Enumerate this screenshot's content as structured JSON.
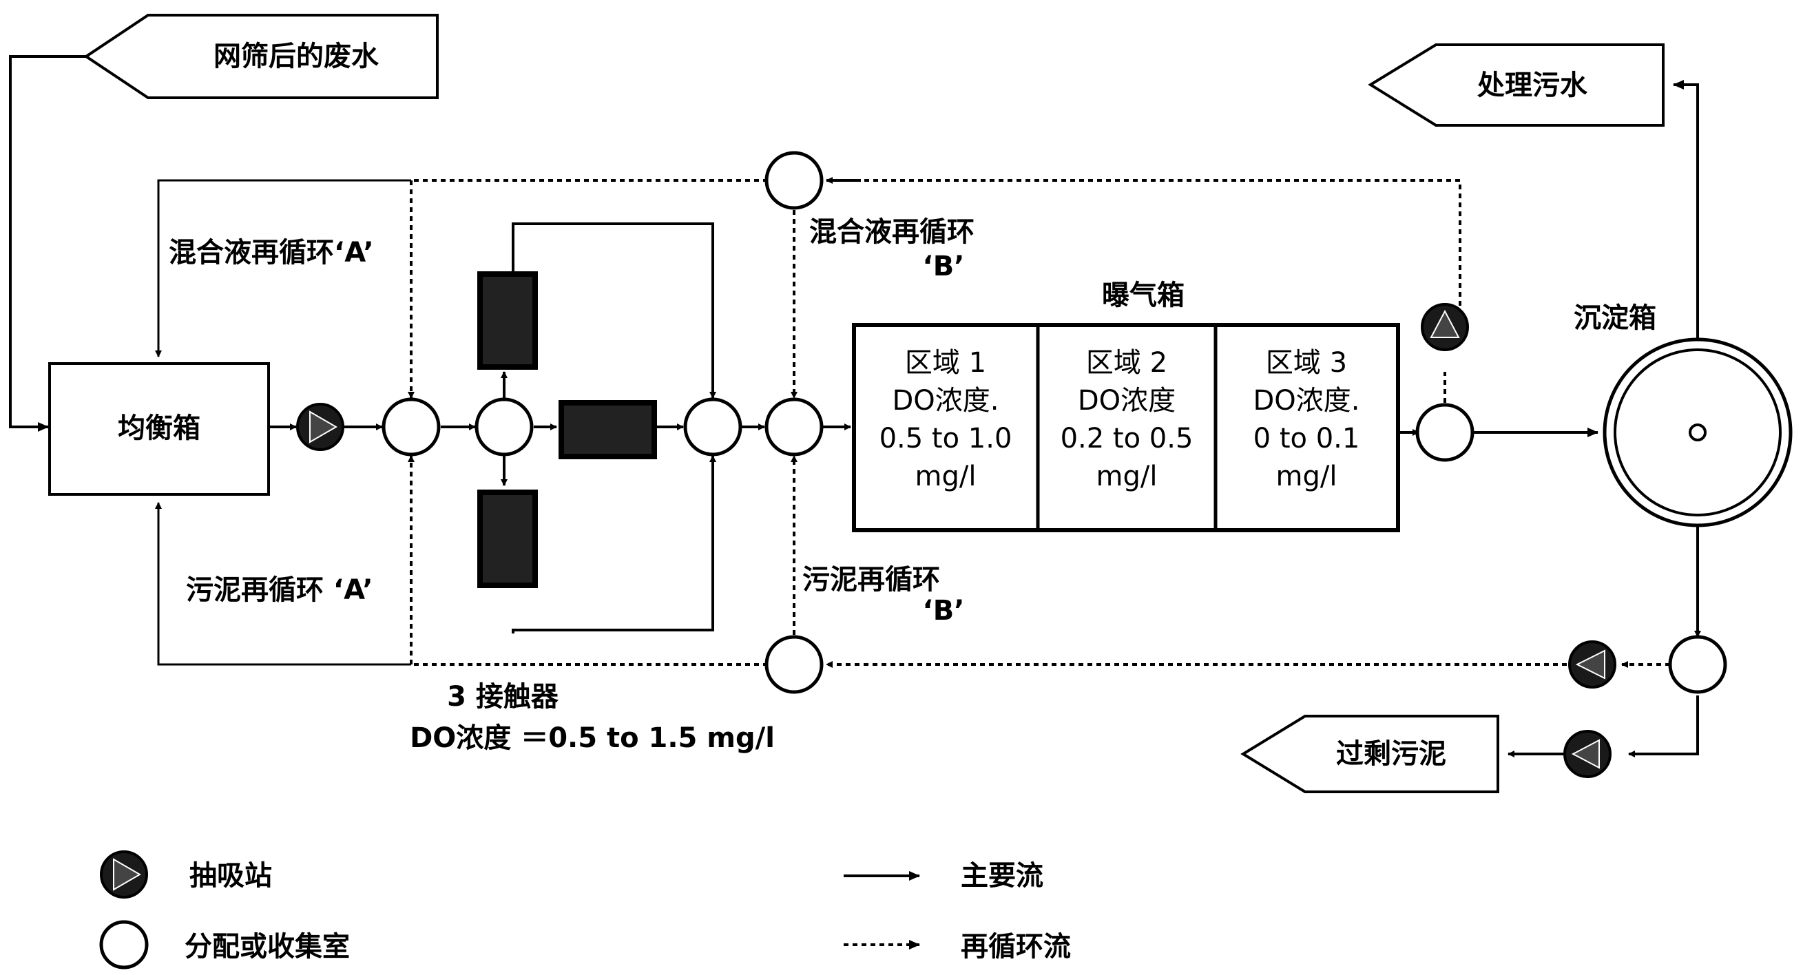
{
  "inlets": {
    "screened_wastewater": "网筛后的废水",
    "treated_effluent": "处理污水",
    "excess_sludge": "过剩污泥"
  },
  "units": {
    "equalization_tank": "均衡箱",
    "aeration_tank": "曝气箱",
    "clarifier": "沉淀箱",
    "contactors_title": "3 接触器",
    "contactors_do": "DO浓度 ＝0.5 to 1.5 mg/l"
  },
  "zones": [
    {
      "name": "区域 1",
      "do_label": "DO浓度.",
      "range": "0.5 to 1.0",
      "unit": "mg/l"
    },
    {
      "name": "区域 2",
      "do_label": "DO浓度",
      "range": "0.2 to 0.5",
      "unit": "mg/l"
    },
    {
      "name": "区域 3",
      "do_label": "DO浓度.",
      "range": "0 to 0.1",
      "unit": "mg/l"
    }
  ],
  "recycle_labels": {
    "mixed_liquor_a": "混合液再循环‘A’",
    "mixed_liquor_b": "混合液再循环",
    "mixed_liquor_b_tag": "‘B’",
    "sludge_a": "污泥再循环 ‘A’",
    "sludge_b": "污泥再循环",
    "sludge_b_tag": "‘B’"
  },
  "legend": {
    "pump": "抽吸站",
    "chamber": "分配或收集室",
    "main_flow": "主要流",
    "recycle_flow": "再循环流"
  }
}
